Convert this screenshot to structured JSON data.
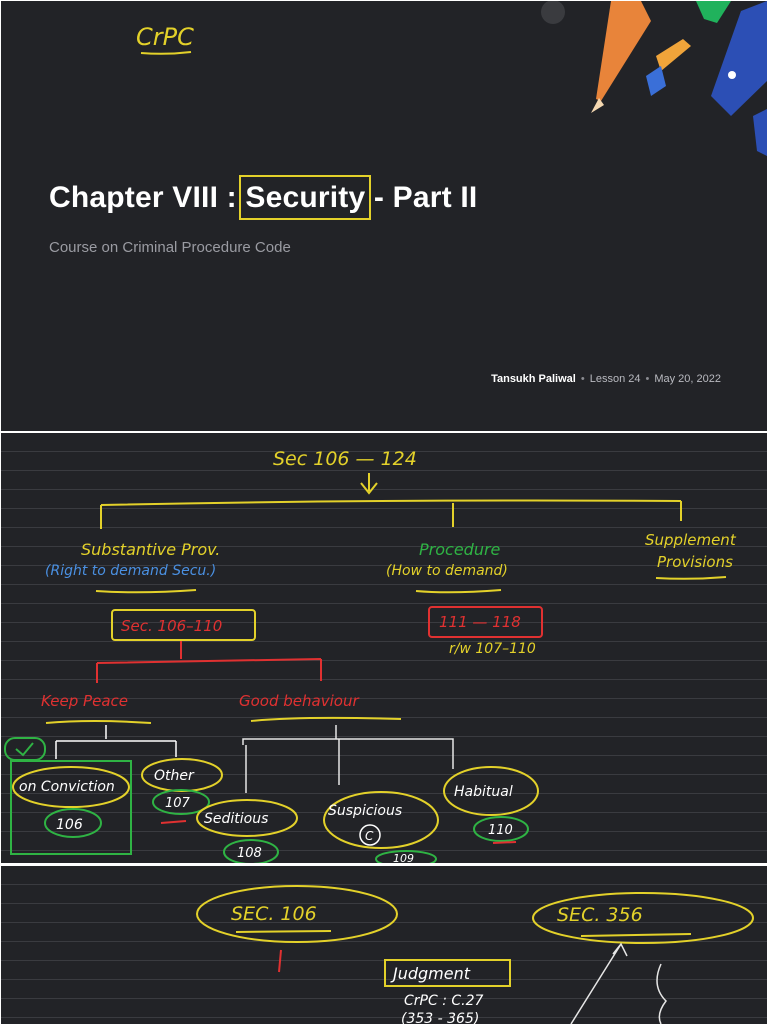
{
  "slide1": {
    "corner_note": "CrPC",
    "title_prefix": "Chapter VIII : ",
    "title_highlight": "Security",
    "title_suffix": " - Part II",
    "subtitle": "Course on Criminal Procedure Code",
    "author": "Tansukh Paliwal",
    "lesson": "Lesson 24",
    "date": "May 20, 2022",
    "decoration_icon": "pencil-and-pen-nib-icon"
  },
  "slide2": {
    "heading": "Sec 106 — 124",
    "substantive": "Substantive Prov.",
    "substantive_note": "(Right to demand Secu.)",
    "procedure": "Procedure",
    "procedure_note": "(How to demand)",
    "supplementary": "Supplement",
    "supplementary_2": "Provisions",
    "sec_range": "Sec. 106–110",
    "proc_range": "111 — 118",
    "proc_link": "r/w 107–110",
    "keep_peace": "Keep Peace",
    "good_behaviour": "Good behaviour",
    "on_conviction": "on Conviction",
    "on_conviction_sec": "106",
    "other": "Other",
    "other_sec": "107",
    "seditious": "Seditious",
    "seditious_sec": "108",
    "suspicious": "Suspicious",
    "suspicious_mark": "C",
    "suspicious_sec": "109",
    "habitual": "Habitual",
    "habitual_sec": "110"
  },
  "slide3": {
    "left_oval": "SEC. 106",
    "right_oval": "SEC. 356",
    "judgment": "Judgment",
    "crpc_ch": "CrPC : C.27",
    "crpc_range": "(353 - 365)"
  },
  "colors": {
    "slide_bg": "#222327",
    "ink_yellow": "#e3d12a",
    "ink_red": "#e03131",
    "ink_blue": "#4a90e2",
    "ink_green": "#2fb344",
    "ink_white": "#e6e6e6"
  }
}
